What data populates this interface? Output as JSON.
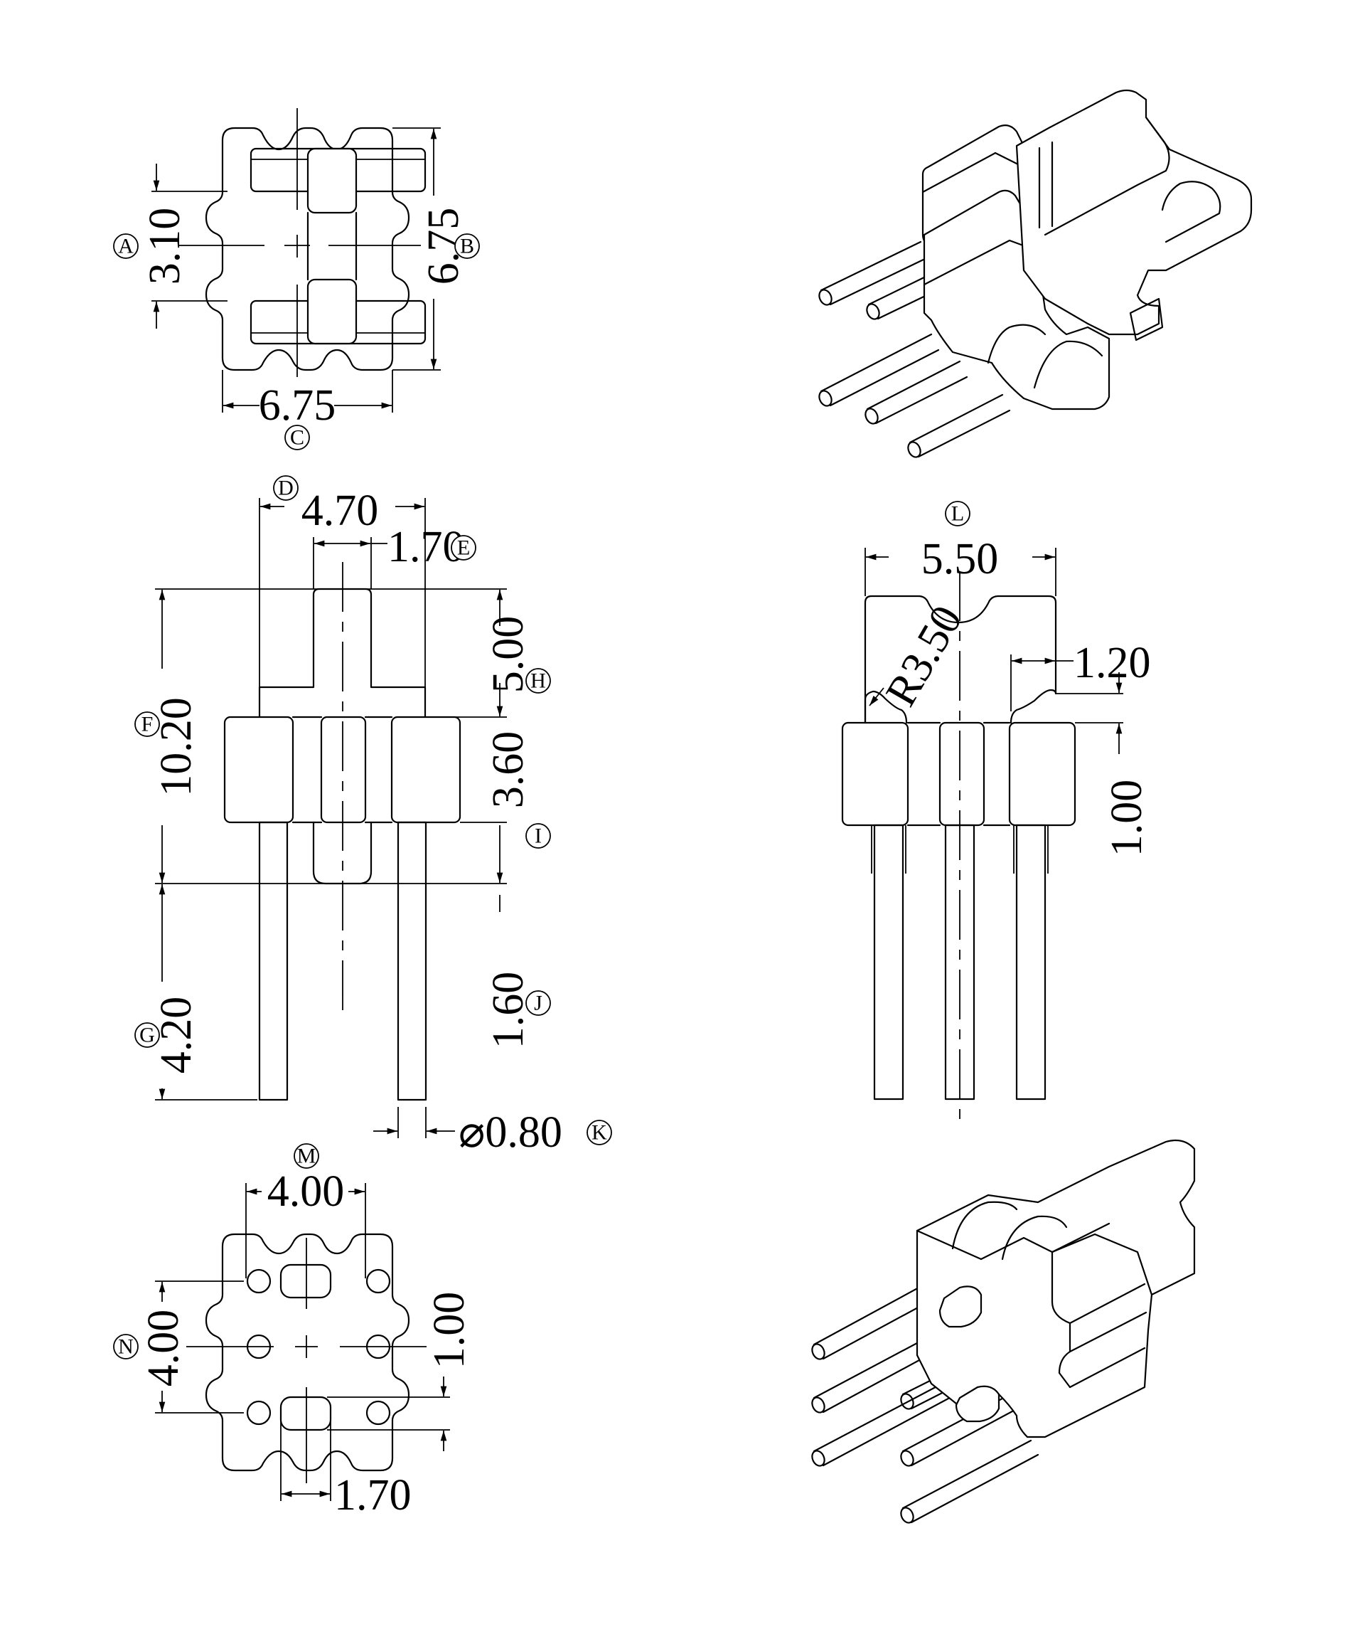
{
  "drawing": {
    "title": "Bobbin 6-pin technical drawing",
    "units": "mm",
    "views": {
      "top_view": {
        "dims": {
          "A": {
            "label": "A",
            "value": "3.10"
          },
          "B": {
            "label": "B",
            "value": "6.75"
          },
          "C": {
            "label": "C",
            "value": "6.75"
          }
        }
      },
      "front_view": {
        "dims": {
          "D": {
            "label": "D",
            "value": "4.70"
          },
          "E": {
            "label": "E",
            "value": "1.70"
          },
          "F": {
            "label": "F",
            "value": "10.20"
          },
          "G": {
            "label": "G",
            "value": "4.20"
          },
          "H": {
            "label": "H",
            "value": "5.00"
          },
          "I": {
            "label": "I",
            "value": "3.60"
          },
          "J": {
            "label": "J",
            "value": "1.60"
          },
          "K": {
            "label": "K",
            "value": "⌀0.80"
          }
        }
      },
      "side_view": {
        "dims": {
          "L": {
            "label": "L",
            "value": "5.50"
          },
          "R": {
            "value": "R3.50"
          },
          "W": {
            "value": "1.20"
          },
          "T": {
            "value": "1.00"
          }
        }
      },
      "bottom_view": {
        "dims": {
          "M": {
            "label": "M",
            "value": "4.00"
          },
          "N": {
            "label": "N",
            "value": "4.00"
          },
          "P": {
            "value": "1.00"
          },
          "Q": {
            "value": "1.70"
          }
        }
      },
      "iso_views": {
        "top_iso": "isometric-view-top",
        "bottom_iso": "isometric-view-bottom"
      }
    }
  }
}
